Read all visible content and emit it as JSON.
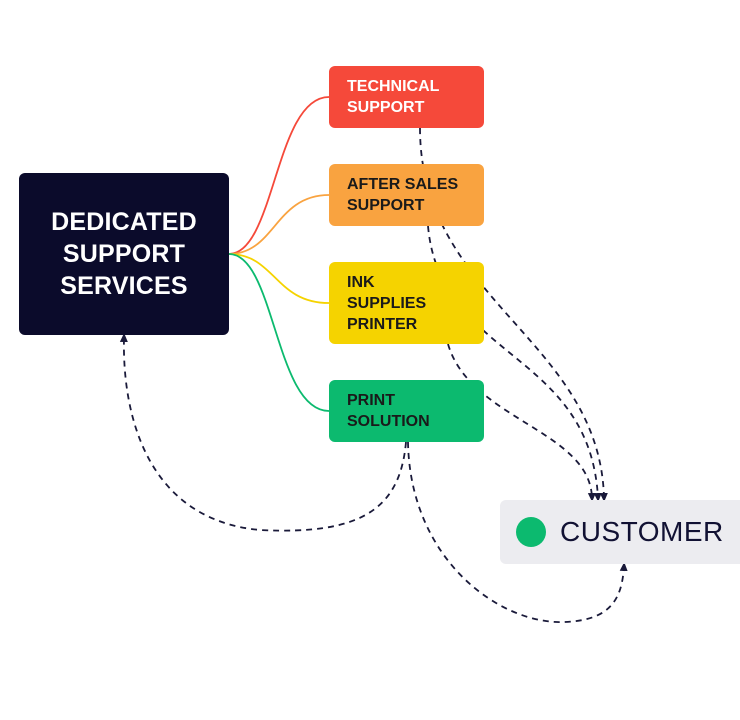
{
  "hub": {
    "label": "DEDICATED\nSUPPORT\nSERVICES",
    "color": "#0b0b2b"
  },
  "branches": [
    {
      "label": "TECHNICAL\nSUPPORT",
      "color": "#f5493a",
      "line_color": "#f5493a"
    },
    {
      "label": "AFTER SALES\nSUPPORT",
      "color": "#f9a340",
      "line_color": "#f9a340"
    },
    {
      "label": "INK\nSUPPLIES\nPRINTER",
      "color": "#f5d300",
      "line_color": "#f5d300"
    },
    {
      "label": "PRINT\nSOLUTION",
      "color": "#0cba6f",
      "line_color": "#0cba6f"
    }
  ],
  "customer": {
    "label": "CUSTOMER",
    "dot_color": "#0cba6f",
    "background": "#ececf0"
  },
  "dashed_arrow_color": "#1a1a3a"
}
